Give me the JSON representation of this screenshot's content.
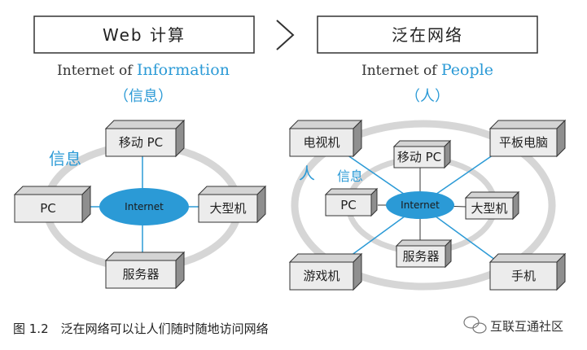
{
  "header": {
    "left_title": "Web 计算",
    "right_title": "泛在网络"
  },
  "left_diagram": {
    "subtitle_prefix": "Internet of ",
    "subtitle_emphasis": "Information",
    "paren_label": "（信息）",
    "ring_label": "信息",
    "hub": "Internet",
    "nodes": {
      "top": "移动 PC",
      "left": "PC",
      "right": "大型机",
      "bottom": "服务器"
    }
  },
  "right_diagram": {
    "subtitle_prefix": "Internet of ",
    "subtitle_emphasis": "People",
    "paren_label": "（人）",
    "outer_ring_label": "人",
    "inner_ring_label": "信息",
    "hub": "Internet",
    "outer_nodes": {
      "top_left": "电视机",
      "top_right": "平板电脑",
      "bottom_left": "游戏机",
      "bottom_right": "手机"
    },
    "inner_nodes": {
      "top": "移动 PC",
      "left": "PC",
      "right": "大型机",
      "bottom": "服务器"
    }
  },
  "caption": "图 1.2　泛在网络可以让人们随时随地访问网络",
  "watermark": "互联互通社区",
  "colors": {
    "accent_blue": "#2b9ad6",
    "ring_gray": "#d6d6d6",
    "box_front": "#ececec",
    "box_side": "#8f8f8f",
    "box_top": "#d4d4d4"
  }
}
